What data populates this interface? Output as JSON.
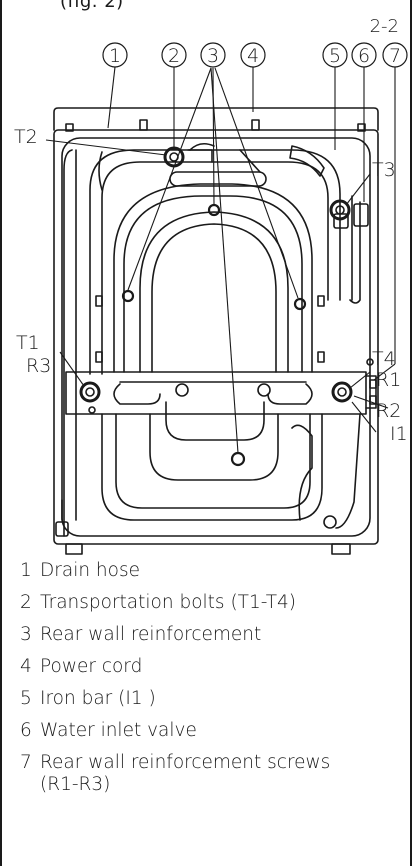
{
  "top_text": "(fig. 2)",
  "section_number": "2-2",
  "callouts": {
    "c1": "1",
    "c2": "2",
    "c3": "3",
    "c4": "4",
    "c5": "5",
    "c6": "6",
    "c7": "7"
  },
  "labels": {
    "t1": "T1",
    "t2": "T2",
    "t3": "T3",
    "t4": "T4",
    "r1": "R1",
    "r2": "R2",
    "r3": "R3",
    "i1": "I1"
  },
  "legend": [
    {
      "num": "1",
      "text": "Drain hose",
      "text2": ""
    },
    {
      "num": "2",
      "text": "Transportation bolts (T1-T4)",
      "text2": ""
    },
    {
      "num": "3",
      "text": "Rear wall reinforcement",
      "text2": ""
    },
    {
      "num": "4",
      "text": "Power cord",
      "text2": ""
    },
    {
      "num": "5",
      "text": "Iron bar (I1 )",
      "text2": ""
    },
    {
      "num": "6",
      "text": "Water inlet valve",
      "text2": ""
    },
    {
      "num": "7",
      "text": "Rear wall reinforcement screws",
      "text2": "(R1-R3)"
    }
  ]
}
